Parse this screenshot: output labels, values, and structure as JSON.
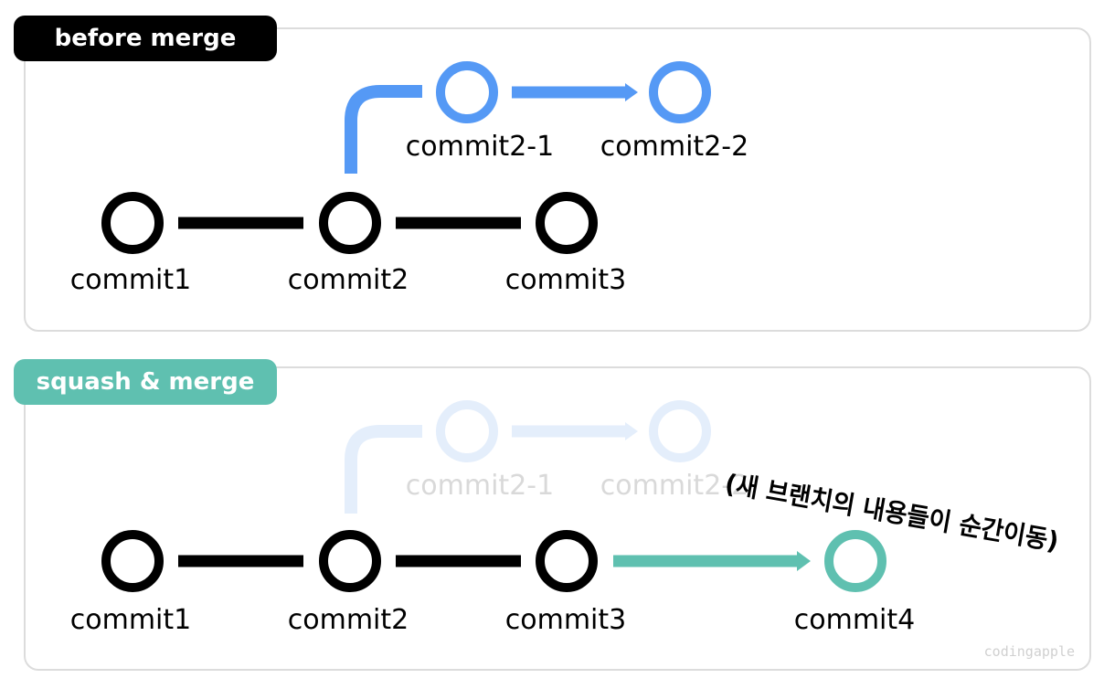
{
  "colors": {
    "blue": "#5599f5",
    "teal": "#5fc0b0",
    "black": "#000000",
    "faded": "#e4eefb",
    "faded_text": "#d9d9d9",
    "watermark": "#d0d0d0"
  },
  "panels": {
    "before": {
      "tag": "before merge",
      "commits": {
        "c1": "commit1",
        "c2": "commit2",
        "c3": "commit3",
        "c21": "commit2-1",
        "c22": "commit2-2"
      }
    },
    "squash": {
      "tag": "squash & merge",
      "commits": {
        "c1": "commit1",
        "c2": "commit2",
        "c3": "commit3",
        "c21": "commit2-1",
        "c22": "commit2-2",
        "c4": "commit4"
      },
      "note": "(새 브랜치의 내용들이 순간이동)"
    }
  },
  "watermark": "codingapple"
}
